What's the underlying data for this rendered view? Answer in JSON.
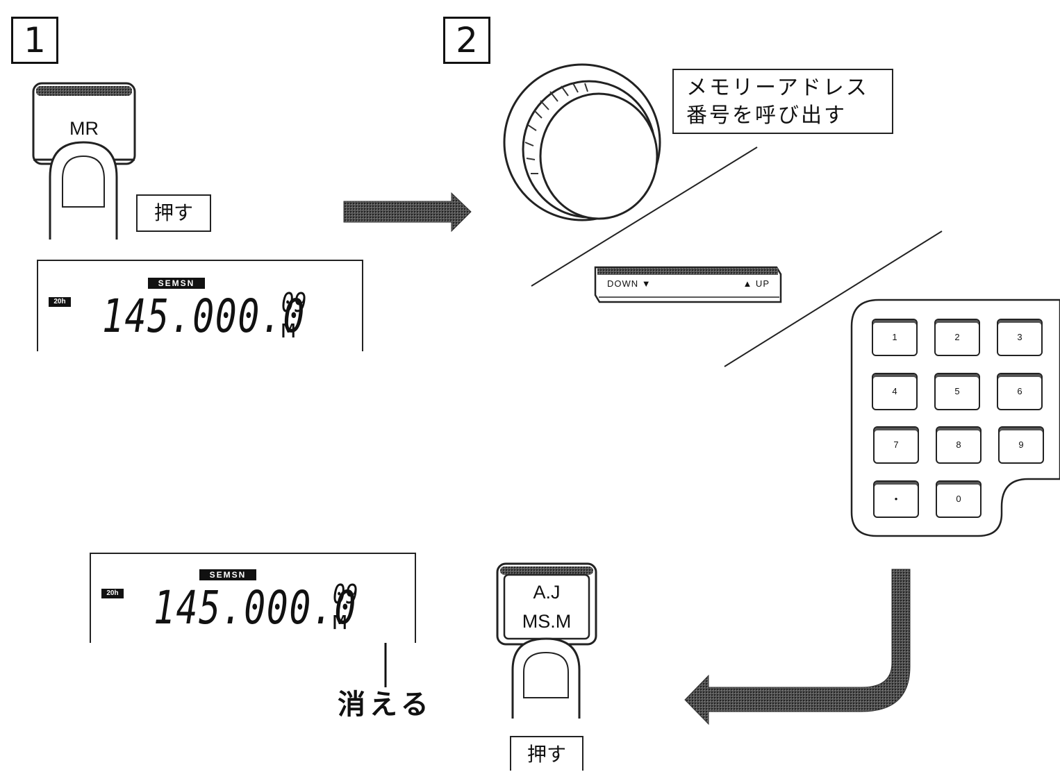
{
  "steps": {
    "step1": "1",
    "step2": "2"
  },
  "mr_button": {
    "label": "MR"
  },
  "press_label_1": "押す",
  "lcd_top": {
    "tag_small": "20h",
    "tag_top": "SEMSN",
    "frequency": "145.000.0",
    "channel": "09",
    "marker": "M"
  },
  "knob_caption": {
    "line1": "メモリーアドレス",
    "line2": "番号を呼び出す"
  },
  "updown_switch": {
    "down_label": "DOWN ▼",
    "up_label": "▲ UP"
  },
  "numpad": {
    "keys": [
      "1",
      "2",
      "3",
      "4",
      "5",
      "6",
      "7",
      "8",
      "9",
      "•",
      "0"
    ]
  },
  "aj_button": {
    "line1": "A.J",
    "line2": "MS.M"
  },
  "press_label_2": "押す",
  "lcd_bottom": {
    "tag_small": "20h",
    "tag_top": "SEMSN",
    "frequency": "145.000.0",
    "channel": "09",
    "marker": "M"
  },
  "disappear_label": "消える"
}
